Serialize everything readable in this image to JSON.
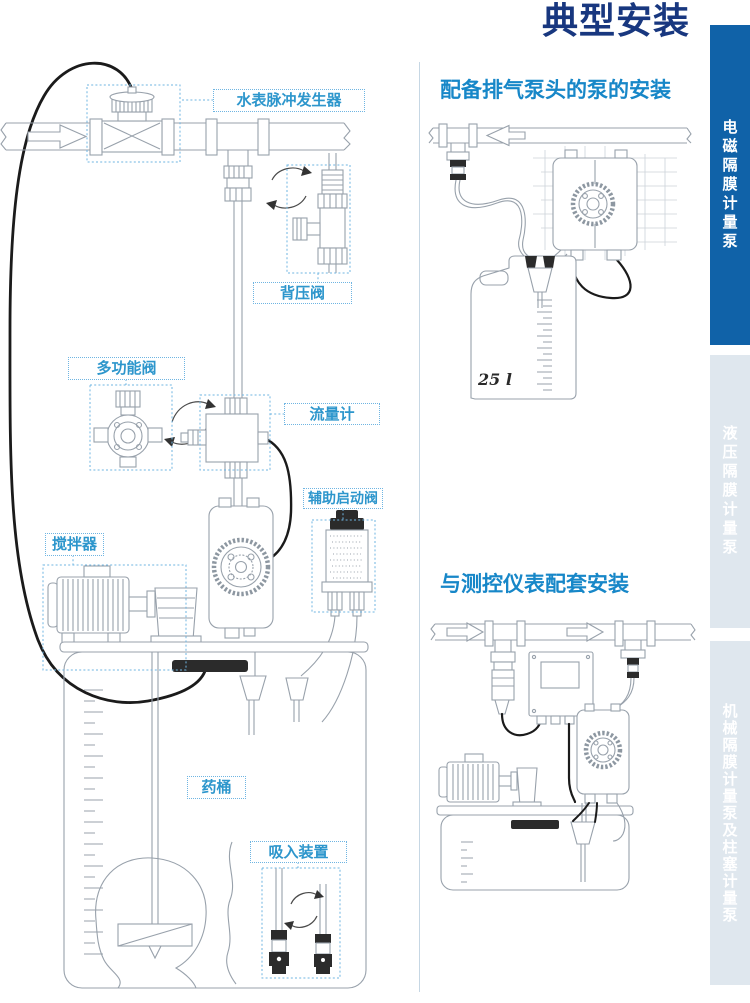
{
  "title": "典型安装",
  "sidebar": {
    "tabs": [
      {
        "label": "电磁隔膜计量泵",
        "state": "active"
      },
      {
        "label": "液压隔膜计量泵",
        "state": "inactive"
      },
      {
        "label": "机械隔膜计量泵及柱塞计量泵",
        "state": "inactive"
      }
    ]
  },
  "diagram_labels": {
    "water_meter_pulser": "水表脉冲发生器",
    "back_pressure_valve": "背压阀",
    "multi_function_valve": "多功能阀",
    "flow_meter": "流量计",
    "auxiliary_start_valve": "辅助启动阀",
    "agitator": "搅拌器",
    "chemical_tank": "药桶",
    "suction_device": "吸入装置"
  },
  "sections": {
    "degassing_head_installation": "配备排气泵头的泵的安装",
    "instrument_installation": "与测控仪表配套安装"
  },
  "tank_capacity": "25 l",
  "colors": {
    "title_blue": "#18377f",
    "heading_blue": "#1787c8",
    "label_blue": "#2d96cc",
    "label_border_blue": "#6fb5e2",
    "sidebar_active_blue": "#1062a8",
    "sidebar_inactive": "#dfe7ee",
    "line_gray": "#98a1ab"
  }
}
